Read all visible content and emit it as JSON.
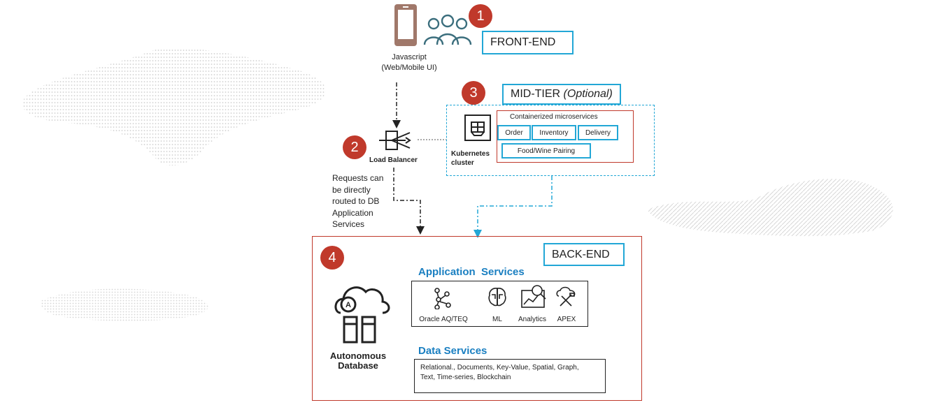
{
  "frontend": {
    "badge": "1",
    "label": "FRONT-END",
    "client_line1": "Javascript",
    "client_line2": "(Web/Mobile UI)",
    "icons": [
      "mobile-phone-icon",
      "users-group-icon"
    ]
  },
  "loadbalancer": {
    "badge": "2",
    "label": "Load Balancer",
    "icon": "load-balancer-icon",
    "note": [
      "Requests can",
      "be directly",
      "routed to DB",
      "Application",
      "Services"
    ]
  },
  "midtier": {
    "badge": "3",
    "label_main": "MID-TIER ",
    "label_optional": "(Optional)",
    "k8s_line1": "Kubernetes",
    "k8s_line2": "cluster",
    "k8s_icon": "kubernetes-icon",
    "containers_title": "Containerized microservices",
    "services": [
      "Order",
      "Inventory",
      "Delivery",
      "Food/Wine Pairing"
    ]
  },
  "backend": {
    "badge": "4",
    "label": "BACK-END",
    "db_line1": "Autonomous",
    "db_line2": "Database",
    "db_icon": "autonomous-database-icon",
    "app_services_title": "Application  Services",
    "app_services": [
      {
        "label": "Oracle AQ/TEQ",
        "icon": "network-nodes-icon"
      },
      {
        "label": "ML",
        "icon": "brain-icon"
      },
      {
        "label": "Analytics",
        "icon": "analytics-chart-icon"
      },
      {
        "label": "APEX",
        "icon": "apex-tools-icon"
      }
    ],
    "data_services_title": "Data Services",
    "data_services_line1": "Relational., Documents, Key-Value, Spatial, Graph,",
    "data_services_line2": "Text, Time-series, Blockchain"
  },
  "colors": {
    "badge": "#c0392b",
    "accent_blue": "#22a7d6",
    "heading_blue": "#1a7fc1",
    "frame_red": "#c0392b",
    "phone": "#a0786a",
    "teal_icon": "#3b6e7d"
  }
}
